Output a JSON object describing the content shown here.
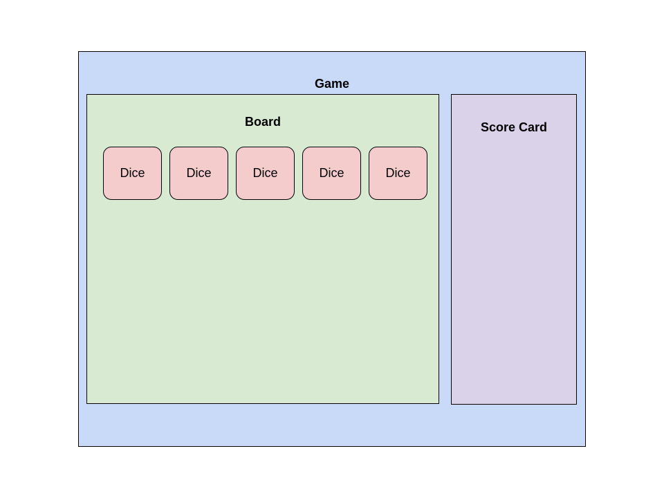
{
  "game": {
    "title": "Game",
    "color": "#c9daf8"
  },
  "board": {
    "title": "Board",
    "color": "#d9ead3",
    "dice": [
      {
        "label": "Dice"
      },
      {
        "label": "Dice"
      },
      {
        "label": "Dice"
      },
      {
        "label": "Dice"
      },
      {
        "label": "Dice"
      }
    ],
    "dice_color": "#f4cccc"
  },
  "score_card": {
    "title": "Score Card",
    "color": "#d9d2e9"
  }
}
